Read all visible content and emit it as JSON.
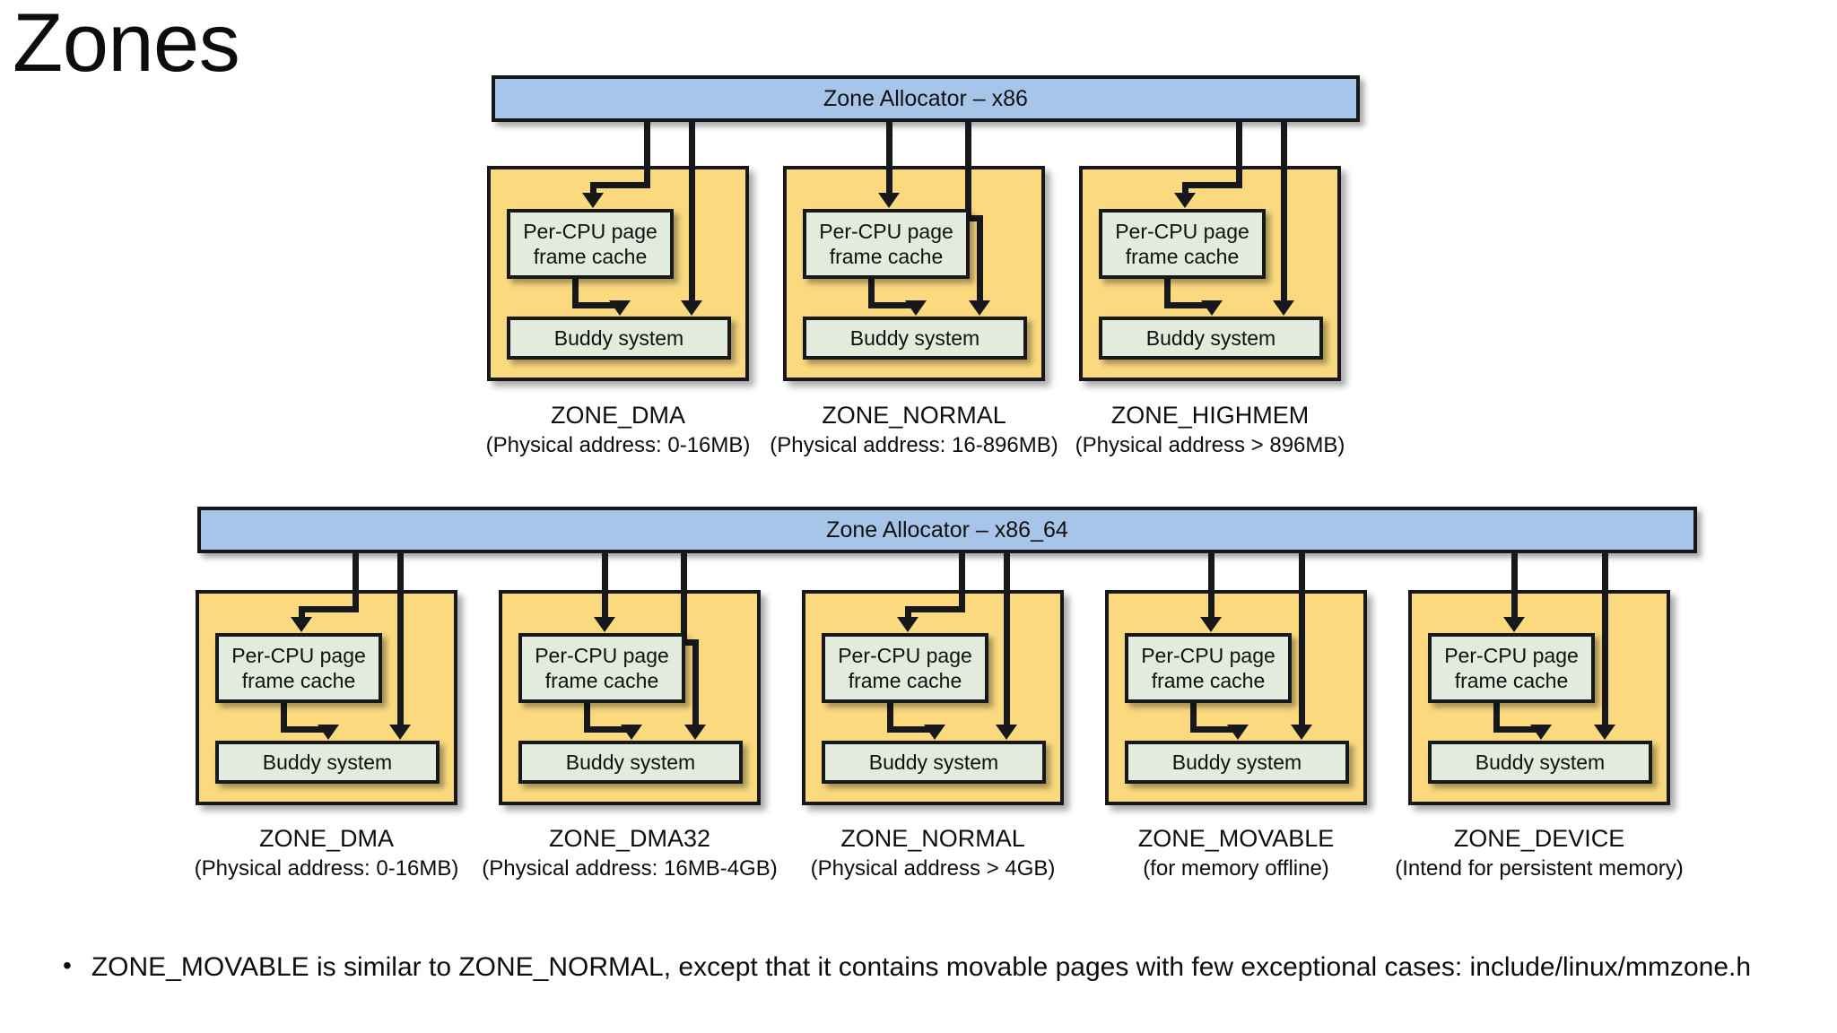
{
  "slide": {
    "title": "Zones"
  },
  "row1": {
    "allocator_label": "Zone Allocator – x86",
    "zones": [
      {
        "name": "ZONE_DMA",
        "desc": "(Physical address: 0-16MB)",
        "cache_label": "Per-CPU page\nframe cache",
        "buddy_label": "Buddy system"
      },
      {
        "name": "ZONE_NORMAL",
        "desc": "(Physical address: 16-896MB)",
        "cache_label": "Per-CPU page\nframe cache",
        "buddy_label": "Buddy system"
      },
      {
        "name": "ZONE_HIGHMEM",
        "desc": "(Physical address > 896MB)",
        "cache_label": "Per-CPU page\nframe cache",
        "buddy_label": "Buddy system"
      }
    ]
  },
  "row2": {
    "allocator_label": "Zone Allocator – x86_64",
    "zones": [
      {
        "name": "ZONE_DMA",
        "desc": "(Physical address: 0-16MB)",
        "cache_label": "Per-CPU page\nframe cache",
        "buddy_label": "Buddy system"
      },
      {
        "name": "ZONE_DMA32",
        "desc": "(Physical address: 16MB-4GB)",
        "cache_label": "Per-CPU page\nframe cache",
        "buddy_label": "Buddy system"
      },
      {
        "name": "ZONE_NORMAL",
        "desc": "(Physical address > 4GB)",
        "cache_label": "Per-CPU page\nframe cache",
        "buddy_label": "Buddy system"
      },
      {
        "name": "ZONE_MOVABLE",
        "desc": "(for memory offline)",
        "cache_label": "Per-CPU page\nframe cache",
        "buddy_label": "Buddy system"
      },
      {
        "name": "ZONE_DEVICE",
        "desc": "(Intend for persistent memory)",
        "cache_label": "Per-CPU page\nframe cache",
        "buddy_label": "Buddy system"
      }
    ]
  },
  "bullet": {
    "marker": "•",
    "text": "ZONE_MOVABLE is similar to ZONE_NORMAL, except that it contains movable pages with few exceptional cases: include/linux/mmzone.h"
  },
  "colors": {
    "allocator_fill": "#a6c5e9",
    "zone_fill": "#fad97f",
    "inner_fill": "#e2ebdc",
    "stroke": "#17181c"
  }
}
